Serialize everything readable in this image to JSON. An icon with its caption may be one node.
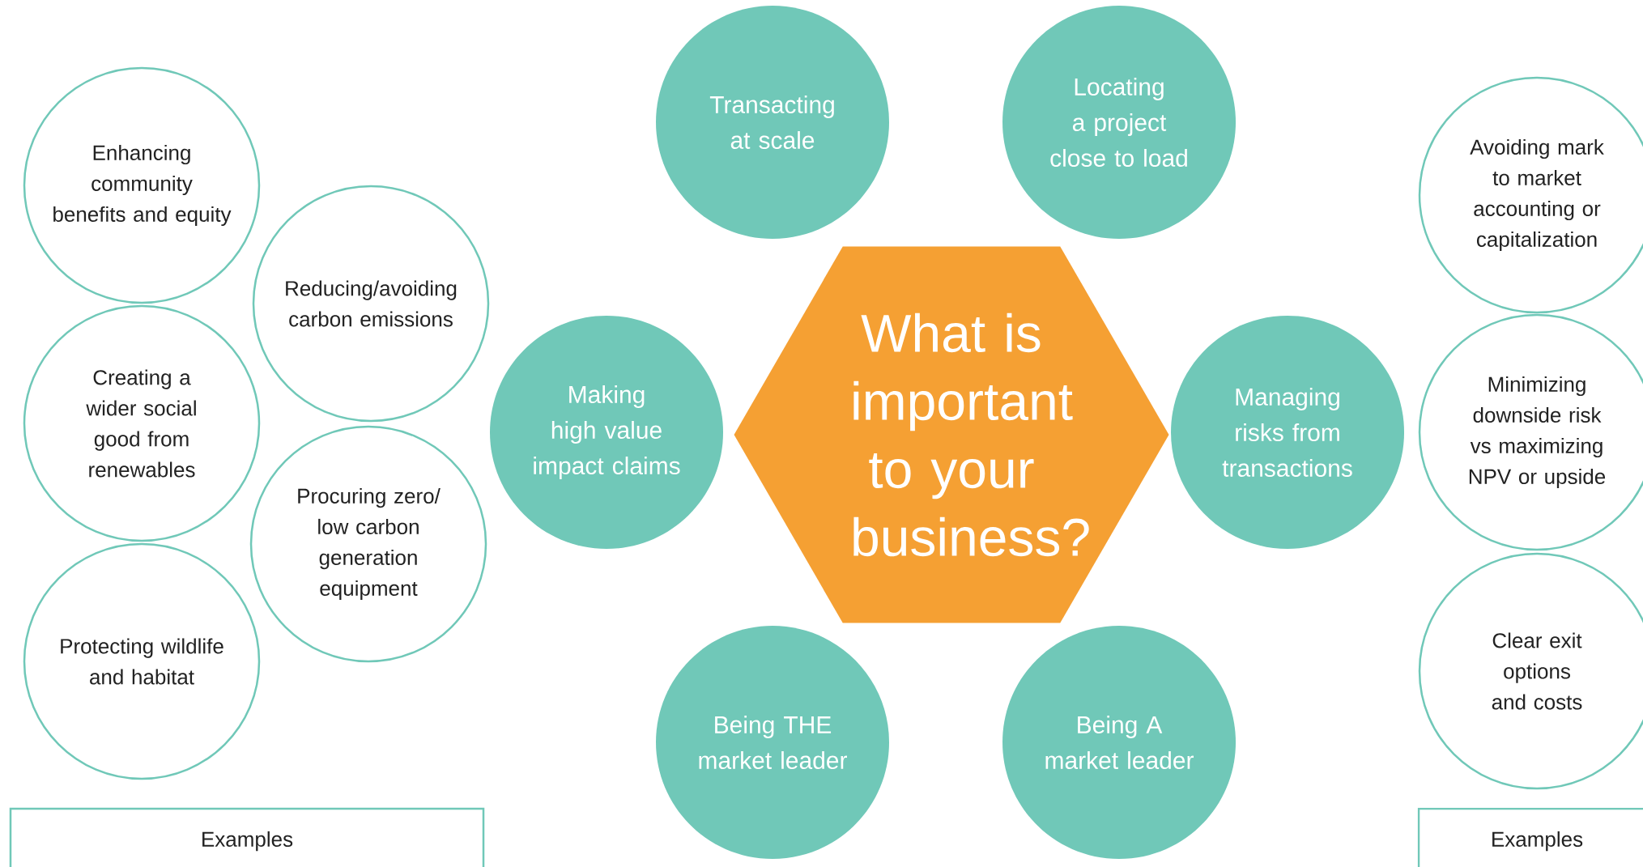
{
  "diagram": {
    "nodes": [
      {
        "text": [
          "What is important to your business?"
        ]
      },
      {
        "text": [
          "Transacting at scale"
        ]
      },
      {
        "text": [
          "Locating a project close to load"
        ]
      },
      {
        "text": [
          "Making high value impact claims"
        ]
      },
      {
        "text": [
          "Managing risks from transactions"
        ]
      },
      {
        "text": [
          "Being THE market leader"
        ]
      },
      {
        "text": [
          "Being A market leader"
        ]
      },
      {
        "text": [
          "Enhancing community benefits and equity"
        ]
      },
      {
        "text": [
          "Reducing/avoiding carbon emissions"
        ]
      },
      {
        "text": [
          "Creating a wider social good from renewables"
        ]
      },
      {
        "text": [
          "Procuring zero/ low carbon generation equipment"
        ]
      },
      {
        "text": [
          "Protecting wildlife and habitat"
        ]
      },
      {
        "text": [
          "Avoiding mark to market accounting or capitalization"
        ]
      },
      {
        "text": [
          "Minimizing downside risk vs maximizing NPV or upside"
        ]
      },
      {
        "text": [
          "Clear exit options and costs"
        ]
      },
      {
        "text": [
          "Examples"
        ]
      },
      {
        "text": [
          "Examples"
        ]
      }
    ]
  }
}
